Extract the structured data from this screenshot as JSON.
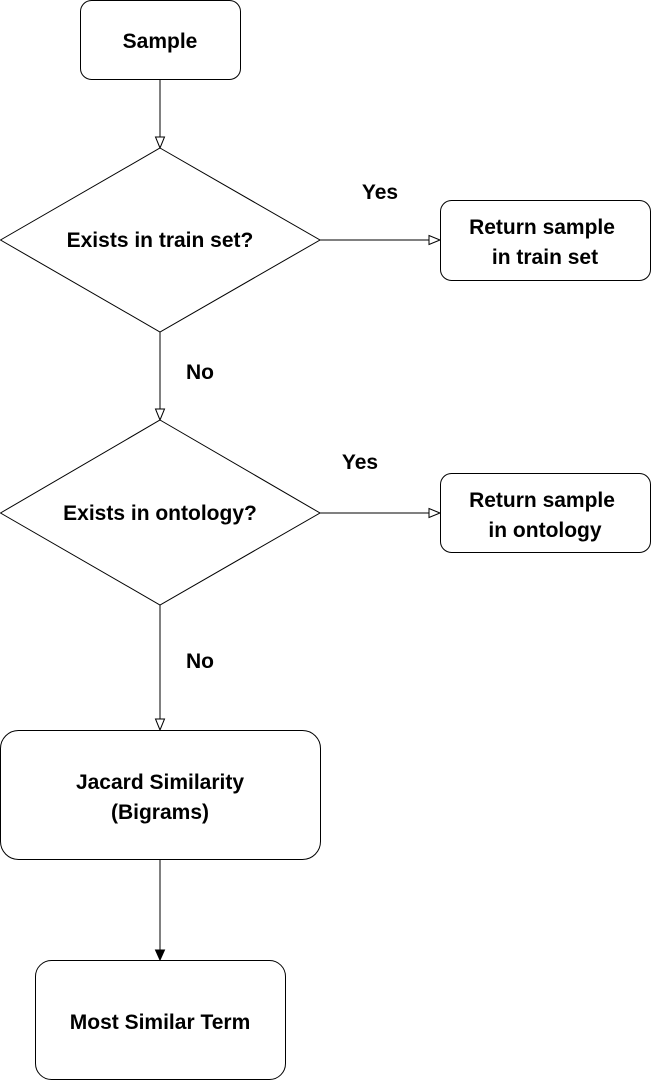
{
  "nodes": {
    "sample": {
      "label": "Sample"
    },
    "decision_train": {
      "label": "Exists in train set?"
    },
    "return_train": {
      "line1": "Return sample",
      "line2": "in train set"
    },
    "decision_ontology": {
      "label": "Exists in ontology?"
    },
    "return_ontology": {
      "line1": "Return sample",
      "line2": "in ontology"
    },
    "jacard": {
      "line1": "Jacard Similarity",
      "line2": "(Bigrams)"
    },
    "most_similar": {
      "label": "Most Similar Term"
    }
  },
  "edges": {
    "train_yes": "Yes",
    "train_no": "No",
    "ontology_yes": "Yes",
    "ontology_no": "No"
  }
}
